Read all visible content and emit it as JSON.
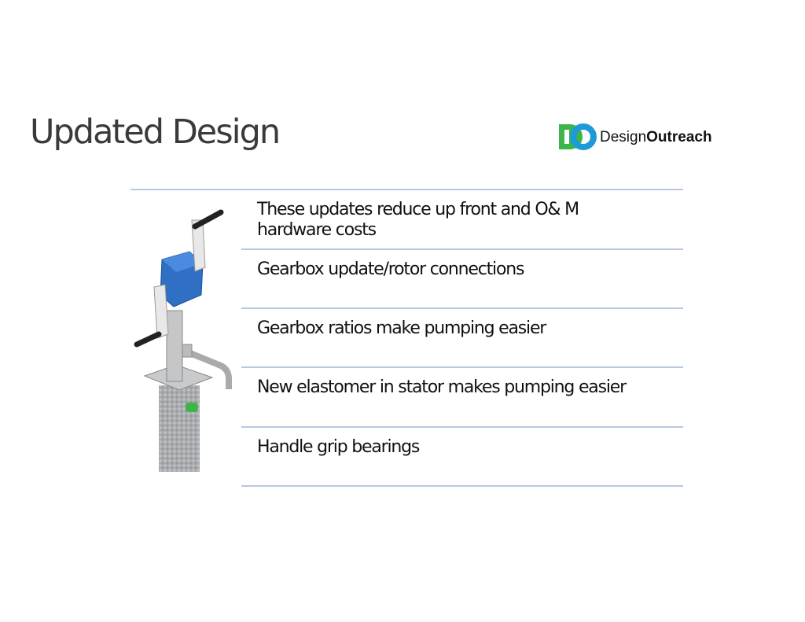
{
  "title": "Updated Design",
  "logo": {
    "part1": "Design",
    "part2": "Outreach"
  },
  "bullets": [
    "These updates reduce up front and O& M hardware costs",
    "Gearbox update/rotor connections",
    "Gearbox ratios make pumping easier",
    "New elastomer in stator makes pumping easier",
    "Handle grip bearings"
  ]
}
